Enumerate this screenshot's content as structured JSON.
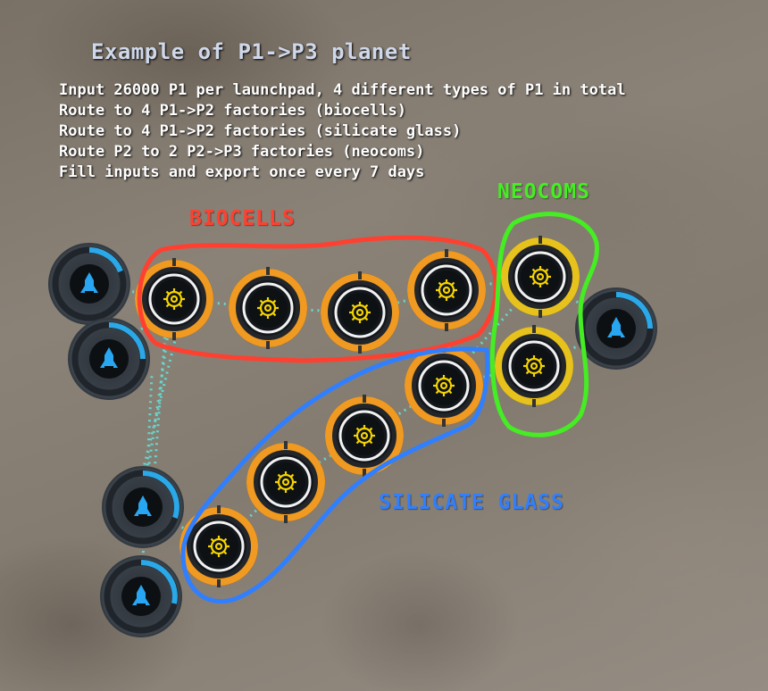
{
  "heading": {
    "title": "Example of P1->P3 planet",
    "lines": [
      "Input 26000 P1 per launchpad, 4 different types of P1 in total",
      "Route to 4 P1->P2 factories (biocells)",
      "Route to 4 P1->P2 factories (silicate glass)",
      "Route P2 to 2 P2->P3 factories (neocoms)",
      "Fill inputs and export once every 7 days"
    ]
  },
  "groups": {
    "biocells": {
      "label": "BIOCELLS",
      "color": "#ff4030"
    },
    "neocoms": {
      "label": "NEOCOMS",
      "color": "#44ee22"
    },
    "silicate_glass": {
      "label": "SILICATE GLASS",
      "color": "#2f7fff"
    }
  },
  "structures": {
    "launchpads": {
      "count": 5,
      "icon": "rocket-icon",
      "ring_color": "#2aa8e8"
    },
    "factories": {
      "count": 10,
      "icon": "gear-icon",
      "ring_color": "#f09a22"
    }
  },
  "colors": {
    "route": "#5fe8e0",
    "icon_gold": "#f5d400",
    "factory_core": "#0e1114"
  }
}
